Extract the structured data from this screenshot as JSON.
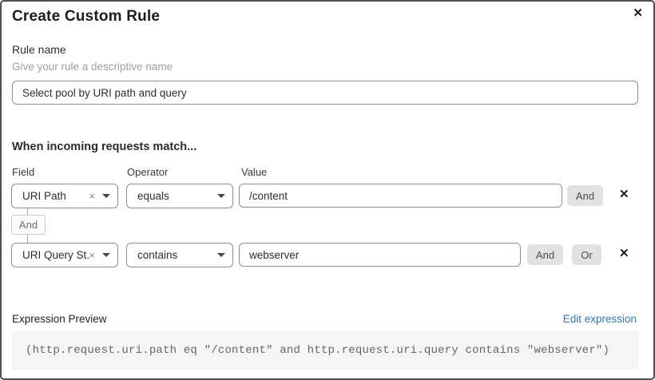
{
  "dialog": {
    "title": "Create Custom Rule"
  },
  "icons": {
    "close": "✕",
    "remove": "✕",
    "clear": "×"
  },
  "rule_name": {
    "label": "Rule name",
    "help": "Give your rule a descriptive name",
    "value": "Select pool by URI path and query"
  },
  "matcher": {
    "heading": "When incoming requests match...",
    "columns": {
      "field": "Field",
      "operator": "Operator",
      "value": "Value"
    },
    "rows": [
      {
        "field": "URI Path",
        "operator": "equals",
        "value": "/content",
        "connectors": [
          "And"
        ]
      },
      {
        "field": "URI Query St...",
        "operator": "contains",
        "value": "webserver",
        "connectors": [
          "And",
          "Or"
        ]
      }
    ],
    "group_connector": "And"
  },
  "expression": {
    "label": "Expression Preview",
    "edit_link": "Edit expression",
    "code": "(http.request.uri.path eq \"/content\" and http.request.uri.query contains \"webserver\")"
  },
  "colors": {
    "link_blue": "#3079b5",
    "button_gray": "#e2e2e2",
    "dialog_border": "#4f4f4f",
    "code_bg": "#f5f5f5"
  }
}
